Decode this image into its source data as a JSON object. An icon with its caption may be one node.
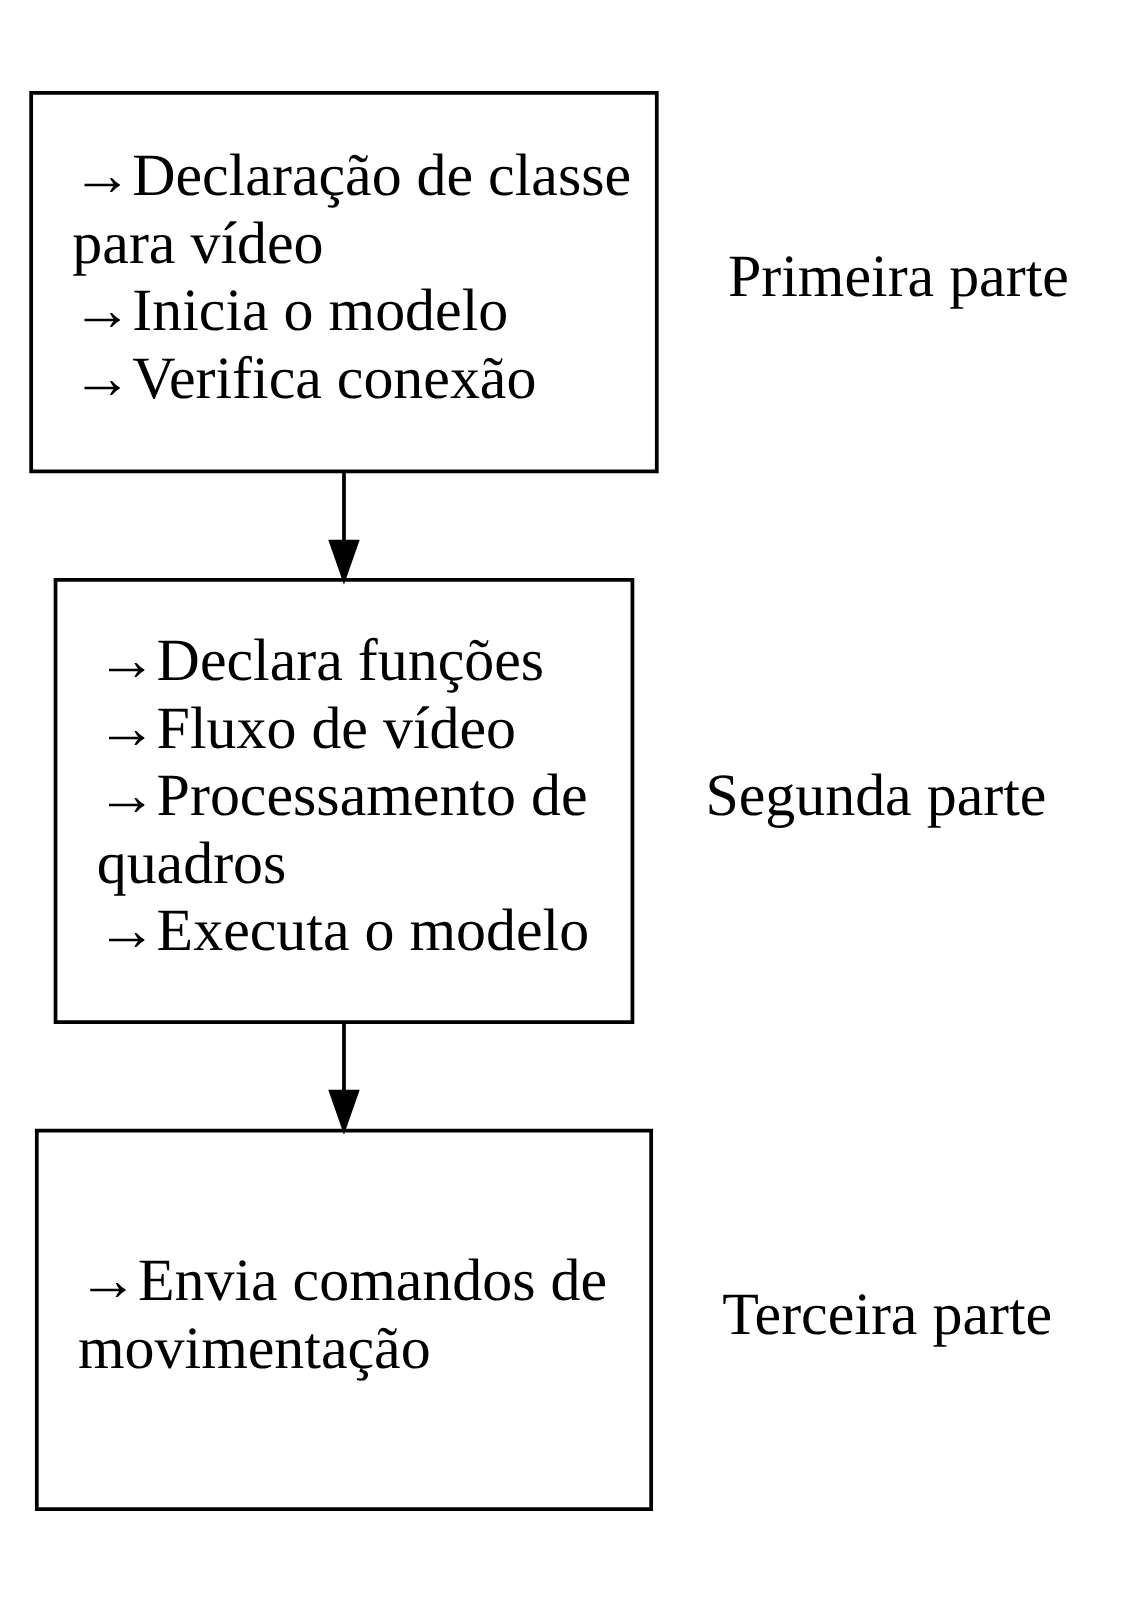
{
  "diagram": {
    "nodes": [
      {
        "text": [
          "→Declaração de classe para vídeo",
          "→Inicia o modelo",
          "→Verifica conexão"
        ],
        "beside": [
          "Primeira parte"
        ]
      },
      {
        "text": [
          "→Declara funções",
          "→Fluxo de vídeo",
          "→Processamento de quadros",
          "→Executa o modelo"
        ],
        "beside": [
          "Segunda parte"
        ]
      },
      {
        "text": [
          "→Envia comandos de movimentação"
        ],
        "beside": [
          "Terceira parte"
        ]
      }
    ],
    "edges": [
      {
        "from": 0,
        "to": 1,
        "arrow": "to"
      },
      {
        "from": 1,
        "to": 2,
        "arrow": "to"
      }
    ]
  }
}
